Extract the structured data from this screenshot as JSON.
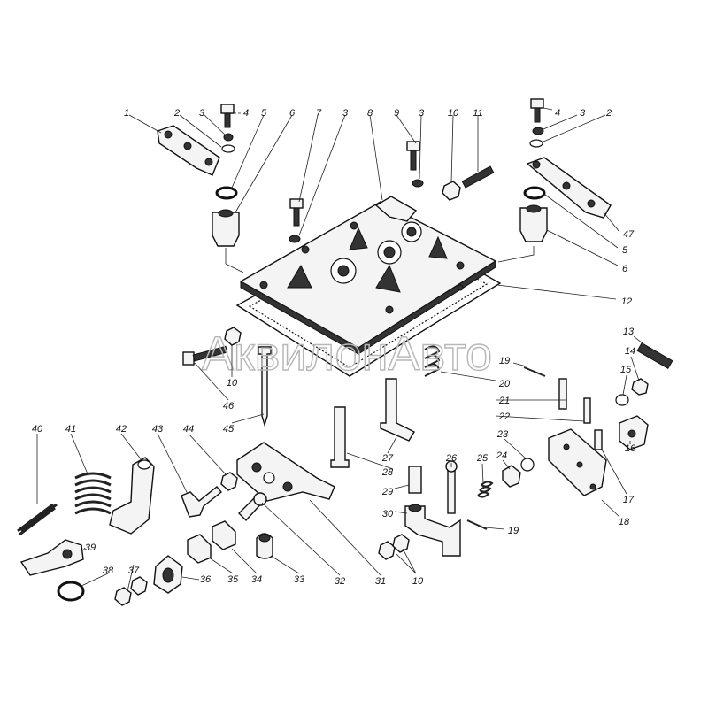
{
  "watermark": "АквилонАвто",
  "labels": [
    "1",
    "2",
    "3",
    "4",
    "5",
    "6",
    "7",
    "3",
    "8",
    "9",
    "3",
    "10",
    "11",
    "4",
    "3",
    "2",
    "47",
    "5",
    "6",
    "12",
    "13",
    "14",
    "15",
    "16",
    "17",
    "18",
    "19",
    "20",
    "21",
    "22",
    "23",
    "24",
    "25",
    "26",
    "27",
    "28",
    "29",
    "30",
    "19",
    "10",
    "31",
    "32",
    "33",
    "34",
    "35",
    "36",
    "37",
    "38",
    "39",
    "40",
    "41",
    "42",
    "43",
    "44",
    "45",
    "46",
    "10"
  ]
}
